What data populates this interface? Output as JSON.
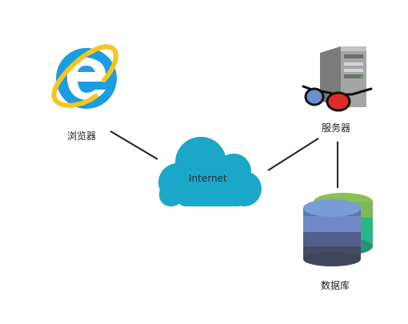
{
  "nodes": {
    "browser": {
      "label": "浏览器",
      "icon": "internet-explorer-icon"
    },
    "cloud": {
      "label": "Internet",
      "icon": "cloud-icon"
    },
    "server": {
      "label": "服务器",
      "icon": "server-with-3d-glasses-icon"
    },
    "database": {
      "label": "数据库",
      "icon": "database-stack-icon"
    }
  },
  "connections": [
    {
      "from": "browser",
      "to": "cloud"
    },
    {
      "from": "cloud",
      "to": "server"
    },
    {
      "from": "server",
      "to": "database"
    }
  ],
  "colors": {
    "line": "#222222",
    "cloud": "#1ba7c7",
    "ie_blue": "#1b9de2",
    "ie_ring": "#f7c51d",
    "db_top": "#8bbf56",
    "db_blue": "#7a9bd5",
    "db_teal": "#2db38b",
    "server_gray": "#8e8e8e",
    "glasses_red": "#e12a2a",
    "glasses_blue": "#6c8fcf"
  }
}
